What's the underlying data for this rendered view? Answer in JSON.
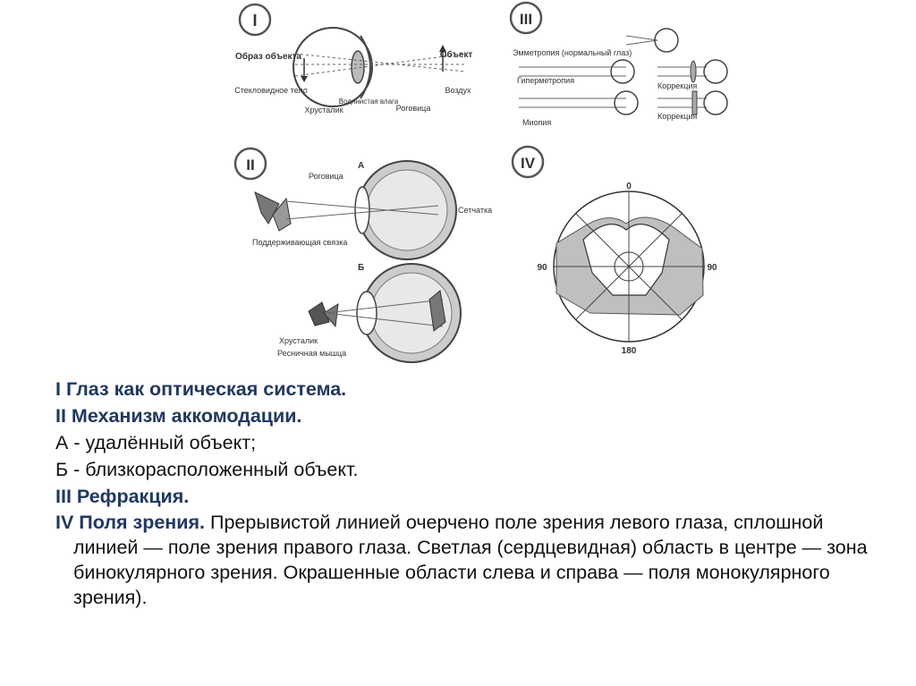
{
  "panels": {
    "p1": {
      "numeral": "I",
      "labels": {
        "image": "Образ объекта",
        "object": "Объект",
        "vitreous": "Стекловидное тело",
        "lens": "Хрусталик",
        "aqueous": "Водянистая влага",
        "cornea": "Роговица",
        "air": "Воздух"
      }
    },
    "p2": {
      "numeral": "II",
      "labels": {
        "a": "А",
        "b": "Б",
        "cornea": "Роговица",
        "retina": "Сетчатка",
        "ligament": "Поддерживающая связка",
        "lens": "Хрусталик",
        "ciliary": "Ресничная мышца"
      }
    },
    "p3": {
      "numeral": "III",
      "labels": {
        "emmetropia": "Эмметропия (нормальный глаз)",
        "hypermetropia": "Гиперметропия",
        "myopia": "Миопия",
        "correction1": "Коррекция",
        "correction2": "Коррекция"
      }
    },
    "p4": {
      "numeral": "IV",
      "labels": {
        "top": "0",
        "left": "90",
        "right": "90",
        "bottom": "180"
      }
    }
  },
  "caption": {
    "l1": "I Глаз как оптическая система.",
    "l2": "II Механизм аккомодации.",
    "l3": "А - удалённый объект;",
    "l4": "Б - близкорасположенный объект.",
    "l5": "III Рефракция.",
    "l6_title": "IV Поля зрения.",
    "l6_text": " Прерывистой линией очерчено поле зрения левого глаза, сплошной линией — поле зрения правого глаза. Светлая (сердцевидная) область в центре — зона бинокулярного зрения. Окрашенные области слева и справа — поля монокулярного зрения)."
  }
}
